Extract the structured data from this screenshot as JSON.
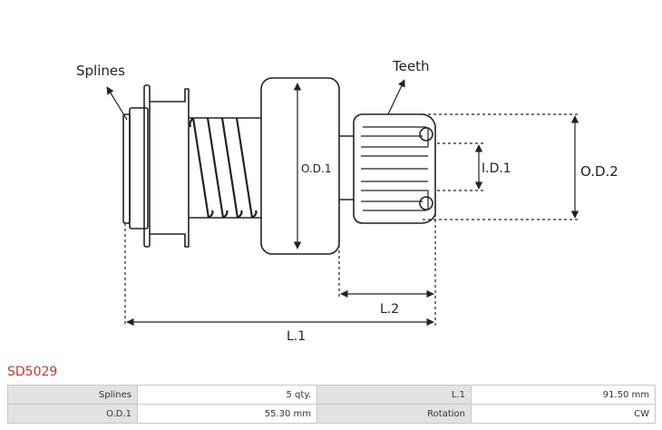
{
  "diagram": {
    "labels": {
      "splines": "Splines",
      "teeth": "Teeth",
      "od1": "O.D.1",
      "od2": "O.D.2",
      "id1": "I.D.1",
      "l1": "L.1",
      "l2": "L.2"
    }
  },
  "part": {
    "code": "SD5029",
    "code_color": "#c0392b"
  },
  "specs": {
    "rows": [
      [
        {
          "label": "Splines",
          "value": "5 qty."
        },
        {
          "label": "L.1",
          "value": "91.50 mm"
        }
      ],
      [
        {
          "label": "O.D.1",
          "value": "55.30 mm"
        },
        {
          "label": "Rotation",
          "value": "CW"
        }
      ]
    ]
  }
}
